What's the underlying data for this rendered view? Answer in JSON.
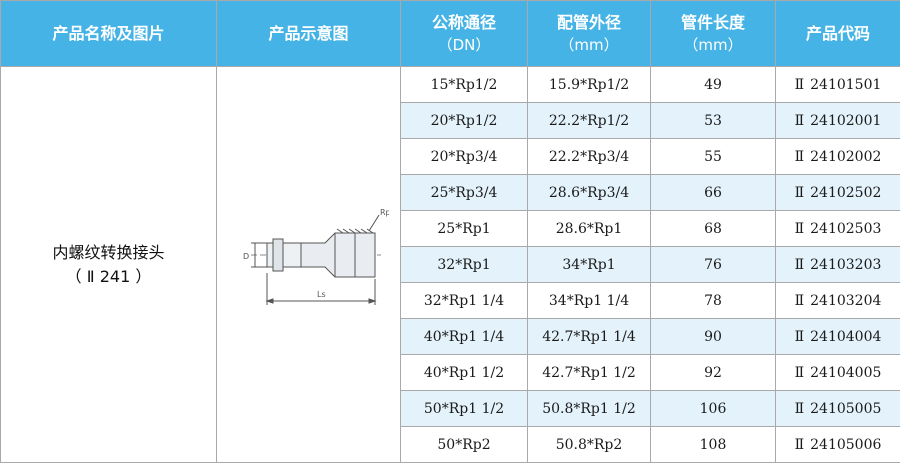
{
  "headers": {
    "name": "产品名称及图片",
    "image": "产品示意图",
    "dn": {
      "main": "公称通径",
      "sub": "（DN）"
    },
    "od": {
      "main": "配管外径",
      "sub": "（mm）"
    },
    "length": {
      "main": "管件长度",
      "sub": "（mm）"
    },
    "code": "产品代码"
  },
  "product": {
    "name": "内螺纹转换接头",
    "model": "（ Ⅱ 241 ）"
  },
  "drawing": {
    "label_rp": "Rp",
    "label_d": "D",
    "label_ls": "Ls"
  },
  "rows": [
    {
      "dn": "15*Rp1/2",
      "od": "15.9*Rp1/2",
      "length": "49",
      "code_prefix": "Ⅱ",
      "code": "24101501"
    },
    {
      "dn": "20*Rp1/2",
      "od": "22.2*Rp1/2",
      "length": "53",
      "code_prefix": "Ⅱ",
      "code": "24102001"
    },
    {
      "dn": "20*Rp3/4",
      "od": "22.2*Rp3/4",
      "length": "55",
      "code_prefix": "Ⅱ",
      "code": "24102002"
    },
    {
      "dn": "25*Rp3/4",
      "od": "28.6*Rp3/4",
      "length": "66",
      "code_prefix": "Ⅱ",
      "code": "24102502"
    },
    {
      "dn": "25*Rp1",
      "od": "28.6*Rp1",
      "length": "68",
      "code_prefix": "Ⅱ",
      "code": "24102503"
    },
    {
      "dn": "32*Rp1",
      "od": "34*Rp1",
      "length": "76",
      "code_prefix": "Ⅱ",
      "code": "24103203"
    },
    {
      "dn": "32*Rp1 1/4",
      "od": "34*Rp1 1/4",
      "length": "78",
      "code_prefix": "Ⅱ",
      "code": "24103204"
    },
    {
      "dn": "40*Rp1 1/4",
      "od": "42.7*Rp1 1/4",
      "length": "90",
      "code_prefix": "Ⅱ",
      "code": "24104004"
    },
    {
      "dn": "40*Rp1 1/2",
      "od": "42.7*Rp1 1/2",
      "length": "92",
      "code_prefix": "Ⅱ",
      "code": "24104005"
    },
    {
      "dn": "50*Rp1 1/2",
      "od": "50.8*Rp1 1/2",
      "length": "106",
      "code_prefix": "Ⅱ",
      "code": "24105005"
    },
    {
      "dn": "50*Rp2",
      "od": "50.8*Rp2",
      "length": "108",
      "code_prefix": "Ⅱ",
      "code": "24105006"
    }
  ]
}
